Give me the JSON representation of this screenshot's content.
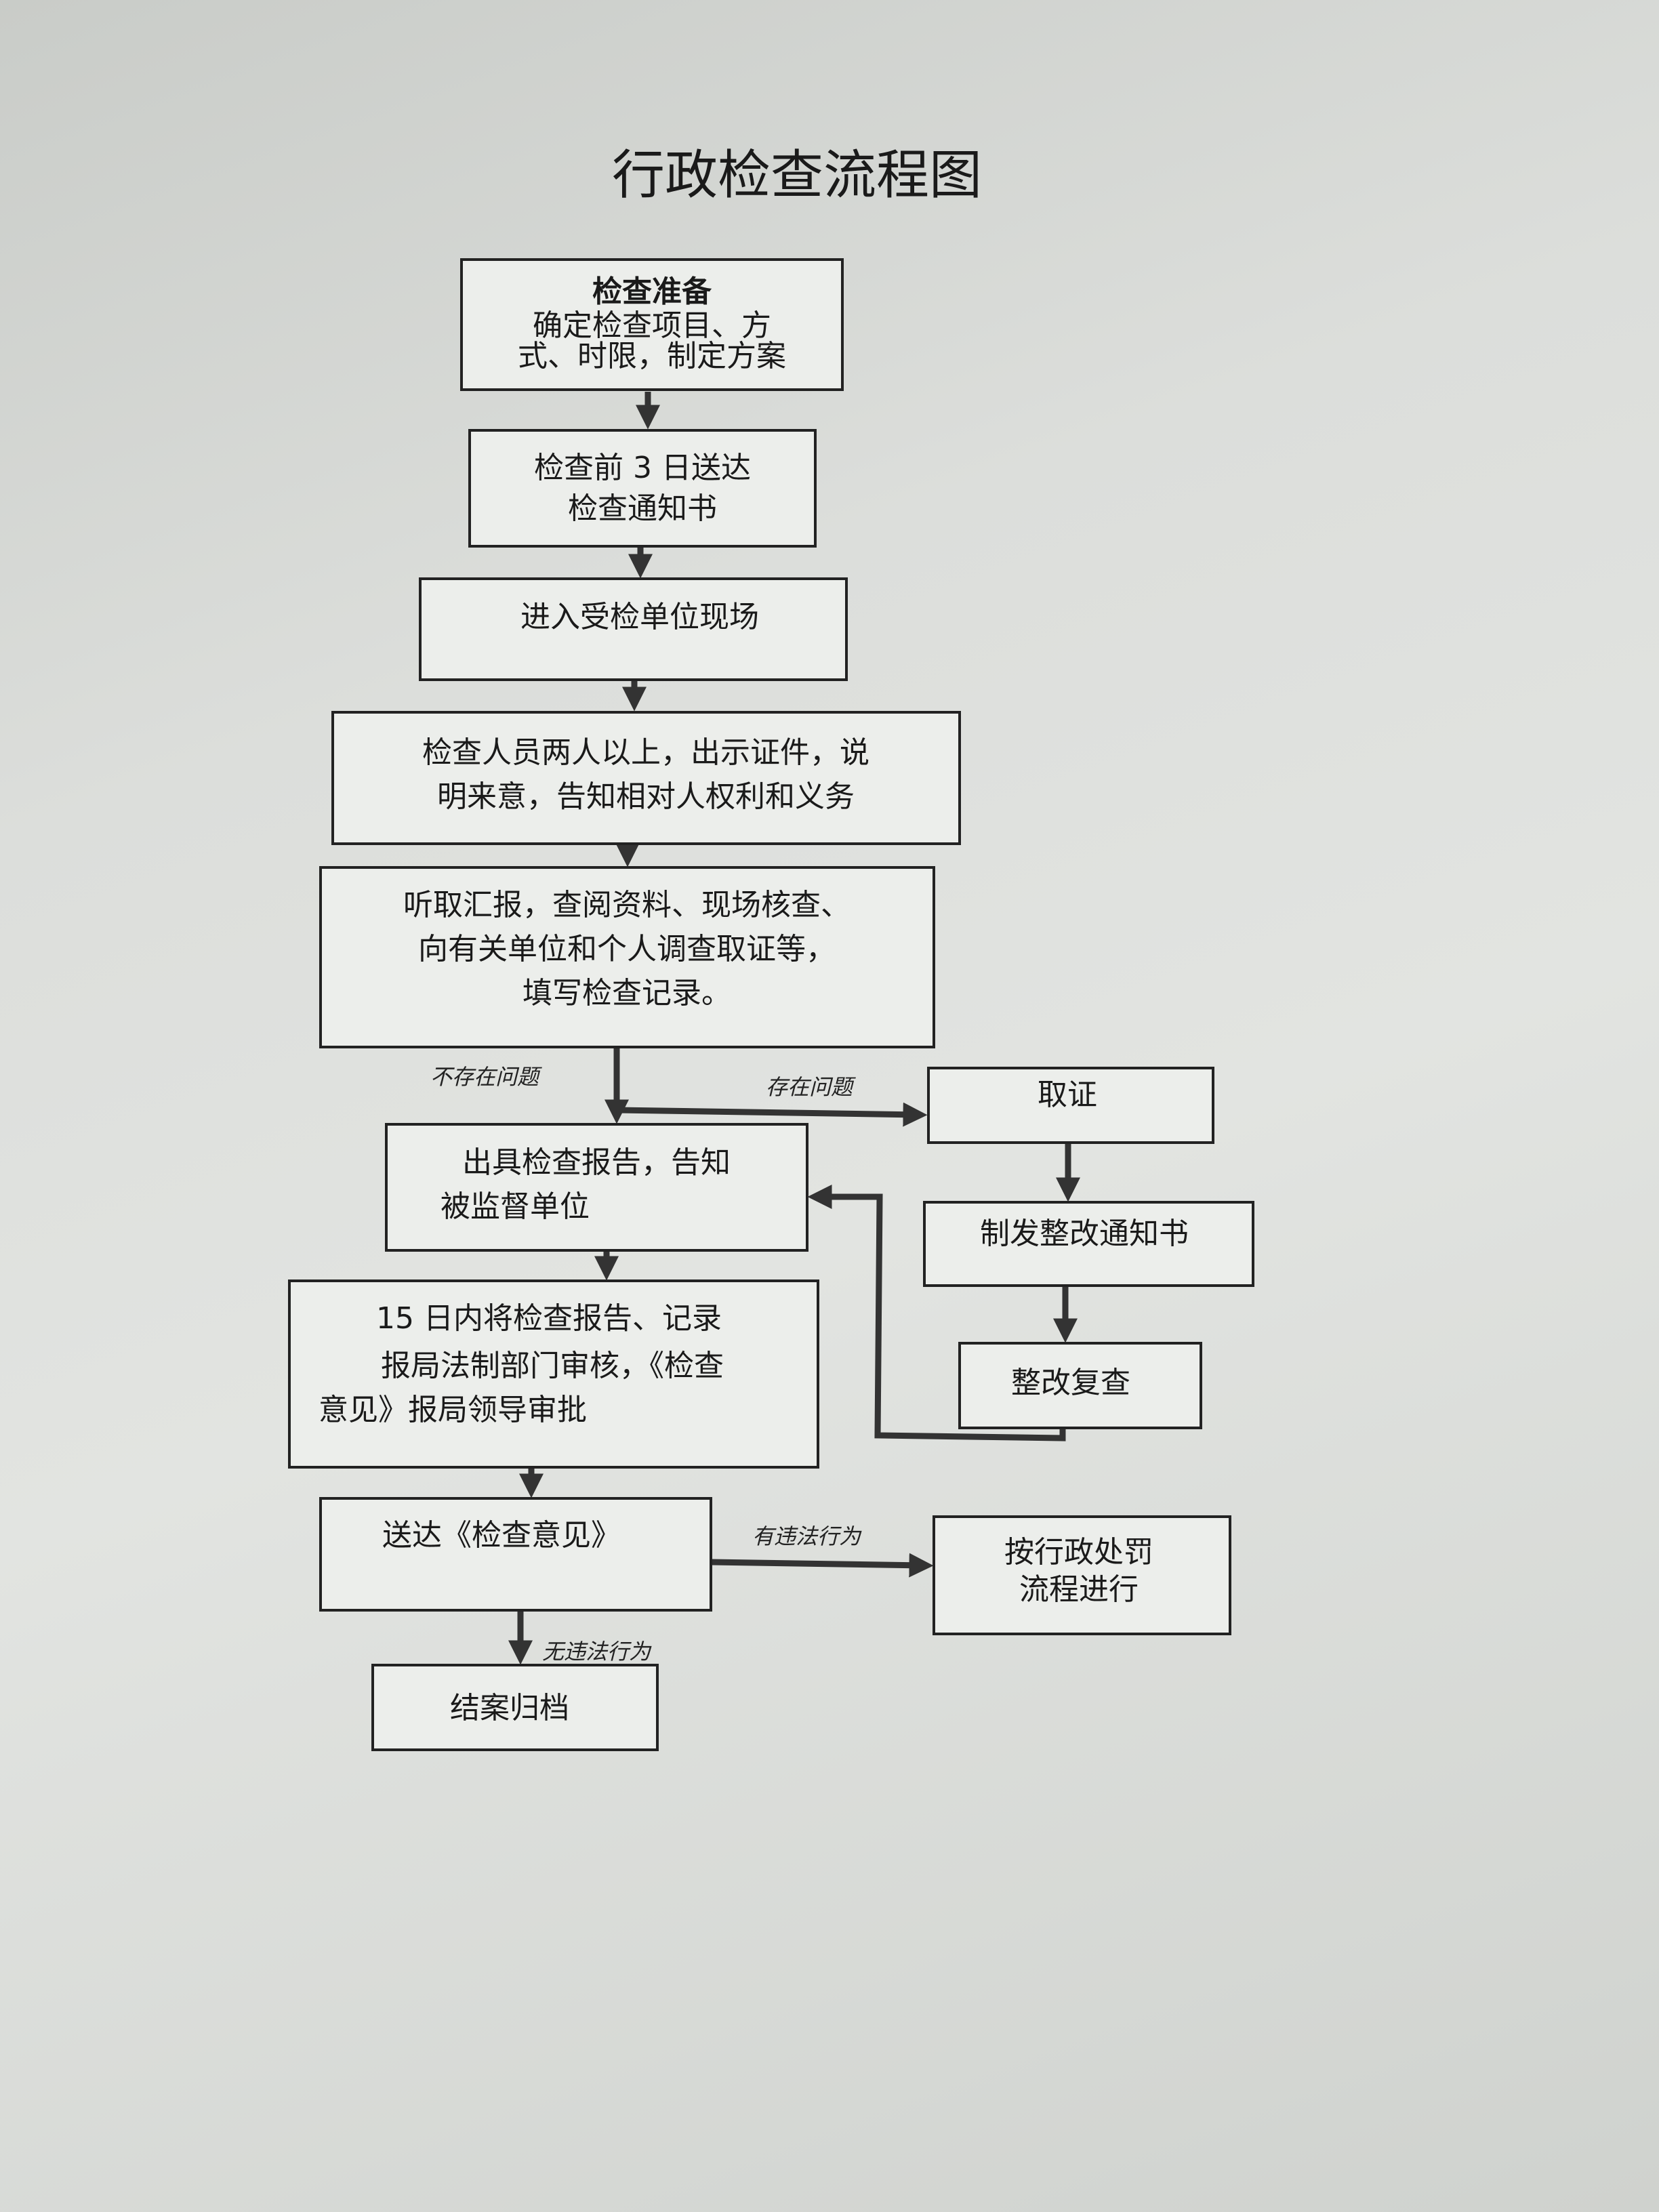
{
  "title": "行政检查流程图",
  "nodes": {
    "prepare": {
      "heading": "检查准备",
      "lines": [
        "确定检查项目、方",
        "式、时限，制定方案"
      ]
    },
    "notice": {
      "lines": [
        "检查前 3 日送达",
        "检查通知书"
      ]
    },
    "enter": {
      "lines": [
        "进入受检单位现场"
      ]
    },
    "identify": {
      "lines": [
        "检查人员两人以上，出示证件，说",
        "明来意，告知相对人权利和义务"
      ]
    },
    "investigate": {
      "lines": [
        "听取汇报，查阅资料、现场核查、",
        "向有关单位和个人调查取证等，",
        "填写检查记录。"
      ]
    },
    "evidence": {
      "lines": [
        "取证"
      ]
    },
    "report": {
      "lines": [
        "出具检查报告，告知",
        "被监督单位"
      ]
    },
    "rectify_notice": {
      "lines": [
        "制发整改通知书"
      ]
    },
    "review": {
      "lines": [
        "15 日内将检查报告、记录",
        "报局法制部门审核，《检查",
        "意见》报局领导审批"
      ]
    },
    "recheck": {
      "lines": [
        "整改复查"
      ]
    },
    "deliver": {
      "lines": [
        "送达《检查意见》"
      ]
    },
    "penalty": {
      "lines": [
        "按行政处罚",
        "流程进行"
      ]
    },
    "archive": {
      "lines": [
        "结案归档"
      ]
    }
  },
  "edge_labels": {
    "no_problem": "不存在问题",
    "problem": "存在问题",
    "violation": "有违法行为",
    "no_violation": "无违法行为"
  }
}
